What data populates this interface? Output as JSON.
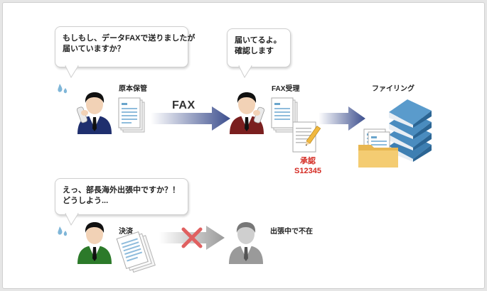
{
  "bubbles": {
    "sender": {
      "line1": "もしもし、データFAXで送りましたが",
      "line2": "届いていますか？"
    },
    "receiver": {
      "line1": "届いてるよ。",
      "line2": "確認します"
    },
    "boss": {
      "line1": "えっ、部長海外出張中ですか？！",
      "line2": "どうしよう..."
    }
  },
  "labels": {
    "original_storage": "原本保管",
    "fax_arrow": "FAX",
    "fax_received": "FAX受理",
    "filing": "ファイリング",
    "approval": "承認",
    "approval_code": "S12345",
    "settlement": "決済",
    "absent": "出張中で不在"
  },
  "colors": {
    "navy_person": "#1f2f6e",
    "red_person": "#7a1f1f",
    "green_person": "#2c7a2a",
    "gray_person": "#9a9a9a",
    "arrow_blue": "#3d4f8e",
    "cross_red": "#e06060",
    "stamp_red": "#d42a22"
  }
}
